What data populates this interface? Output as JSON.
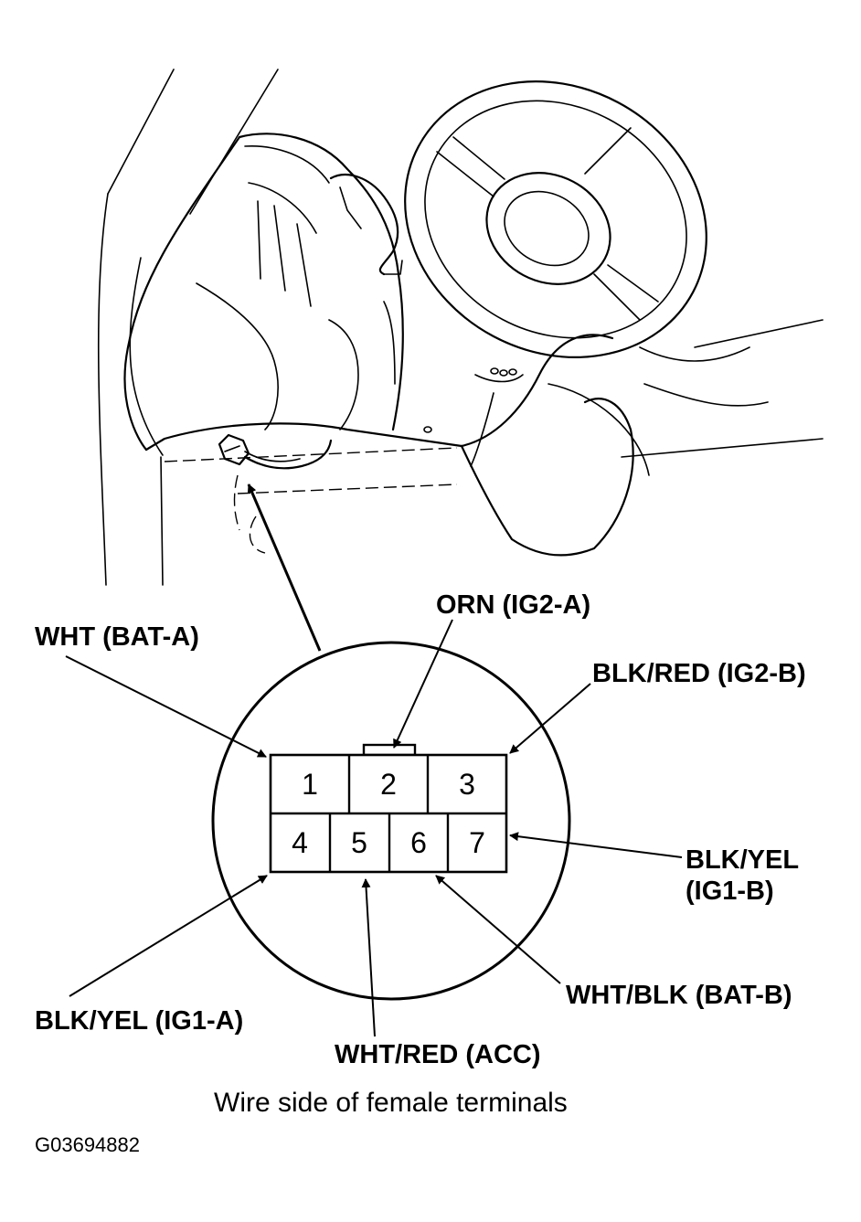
{
  "connector": {
    "pins": [
      {
        "number": "1"
      },
      {
        "number": "2"
      },
      {
        "number": "3"
      },
      {
        "number": "4"
      },
      {
        "number": "5"
      },
      {
        "number": "6"
      },
      {
        "number": "7"
      }
    ]
  },
  "labels": {
    "wht_bat_a": "WHT (BAT-A)",
    "orn_ig2_a": "ORN (IG2-A)",
    "blk_red_ig2_b": "BLK/RED (IG2-B)",
    "blk_yel_ig1_b_line1": "BLK/YEL",
    "blk_yel_ig1_b_line2": "(IG1-B)",
    "blk_yel_ig1_a": "BLK/YEL (IG1-A)",
    "wht_red_acc": "WHT/RED (ACC)",
    "wht_blk_bat_b": "WHT/BLK (BAT-B)"
  },
  "caption": "Wire side of female terminals",
  "figure_id": "G03694882"
}
